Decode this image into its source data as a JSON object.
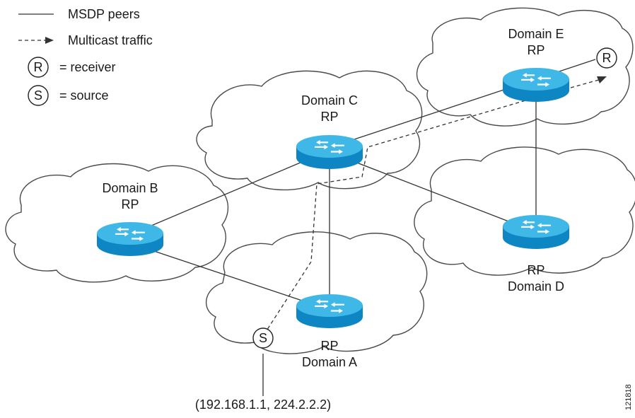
{
  "legend": {
    "msdp_peers": "MSDP peers",
    "multicast_traffic": "Multicast traffic",
    "receiver_symbol": "R",
    "receiver_text": "= receiver",
    "source_symbol": "S",
    "source_text": "= source"
  },
  "domains": {
    "a": {
      "name": "Domain A",
      "rp": "RP"
    },
    "b": {
      "name": "Domain B",
      "rp": "RP"
    },
    "c": {
      "name": "Domain C",
      "rp": "RP"
    },
    "d": {
      "name": "Domain D",
      "rp": "RP"
    },
    "e": {
      "name": "Domain E",
      "rp": "RP"
    }
  },
  "receiver": {
    "symbol": "R"
  },
  "source": {
    "symbol": "S",
    "address": "(192.168.1.1, 224.2.2.2)"
  },
  "figure_id": "121818",
  "colors": {
    "router_top": "#3fb8e8",
    "router_side": "#0f86c4",
    "router_arrows": "#ffffff",
    "line": "#333333"
  }
}
